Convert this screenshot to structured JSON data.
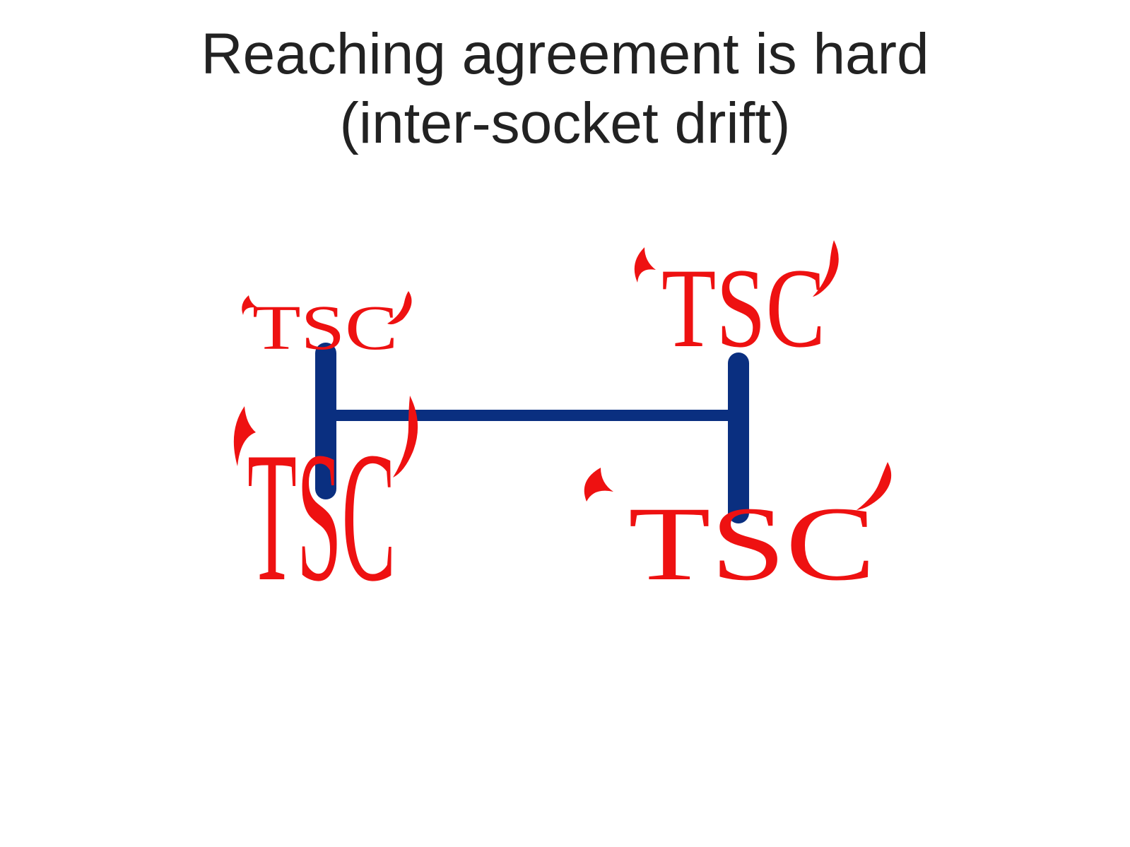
{
  "title": {
    "line1": "Reaching agreement is hard",
    "line2": "(inter-socket drift)"
  },
  "diagram": {
    "counter_label": "TSC",
    "counters": [
      {
        "id": "left-top",
        "text": "TSC"
      },
      {
        "id": "left-bottom",
        "text": "TSC"
      },
      {
        "id": "right-top",
        "text": "TSC"
      },
      {
        "id": "right-bottom",
        "text": "TSC"
      }
    ],
    "colors": {
      "link": "#0a2f80",
      "tsc": "#ee1111",
      "title": "#222222"
    }
  }
}
